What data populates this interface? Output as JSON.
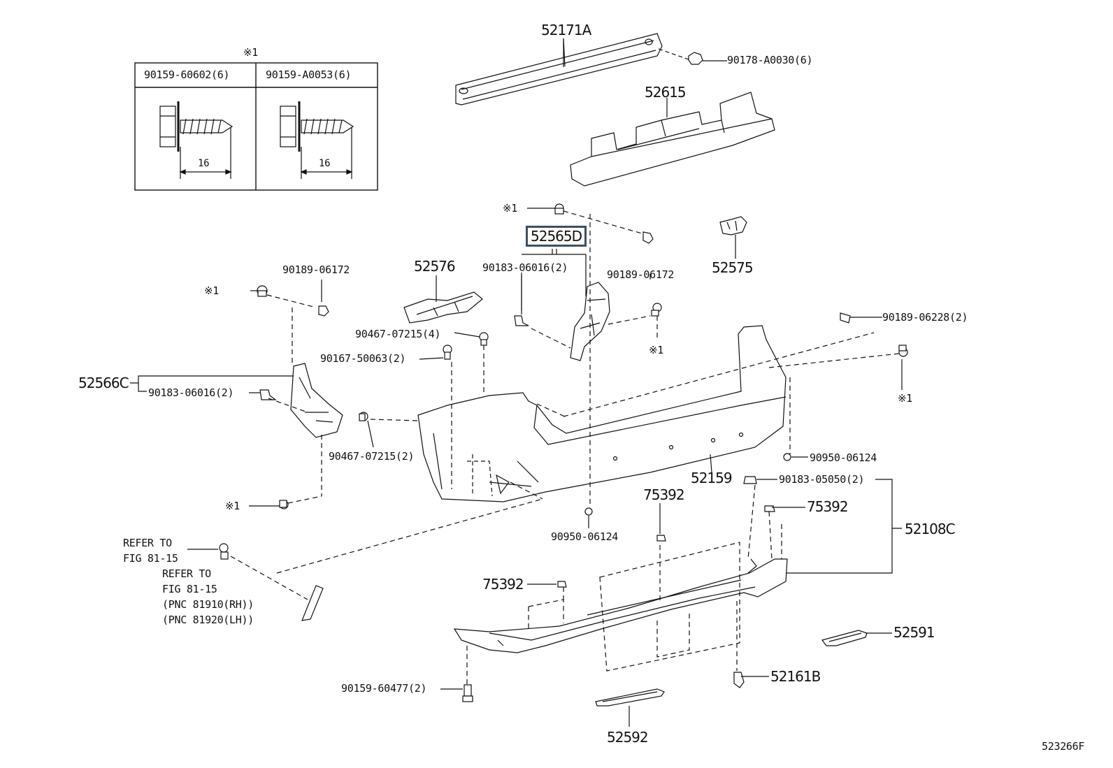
{
  "diagram_id": "523266F",
  "inset_table": {
    "marker": "※1",
    "col1_part": "90159-60602(6)",
    "col2_part": "90159-A0053(6)",
    "col1_length": "16",
    "col2_length": "16"
  },
  "callouts": {
    "p52171A": "52171A",
    "p90178A0030": "90178-A0030(6)",
    "p52615": "52615",
    "p52565D": "52565D",
    "p90183_06016_a": "90183-06016(2)",
    "p90189_06172_a": "90189-06172",
    "p52575": "52575",
    "p52576": "52576",
    "p90189_06172_b": "90189-06172",
    "p90467_07215_4": "90467-07215(4)",
    "p90167_50063": "90167-50063(2)",
    "p52566C": "52566C",
    "p90183_06016_b": "90183-06016(2)",
    "p90467_07215_2": "90467-07215(2)",
    "p90189_06228": "90189-06228(2)",
    "p90950_06124_a": "90950-06124",
    "p52159": "52159",
    "p90183_05050": "90183-05050(2)",
    "p75392_a": "75392",
    "p75392_b": "75392",
    "p52108C": "52108C",
    "p90950_06124_b": "90950-06124",
    "p75392_c": "75392",
    "p52591": "52591",
    "p52161B": "52161B",
    "p90159_60477": "90159-60477(2)",
    "p52592": "52592"
  },
  "markers": {
    "m1": "※1",
    "m2": "※1",
    "m3": "※1",
    "m4": "※1",
    "m5": "※1"
  },
  "refer_notes": {
    "ref1_line1": "REFER TO",
    "ref1_line2": "FIG 81-15",
    "ref2_line1": "REFER TO",
    "ref2_line2": "FIG 81-15",
    "ref2_line3": "(PNC 81910(RH))",
    "ref2_line4": "(PNC 81920(LH))"
  }
}
